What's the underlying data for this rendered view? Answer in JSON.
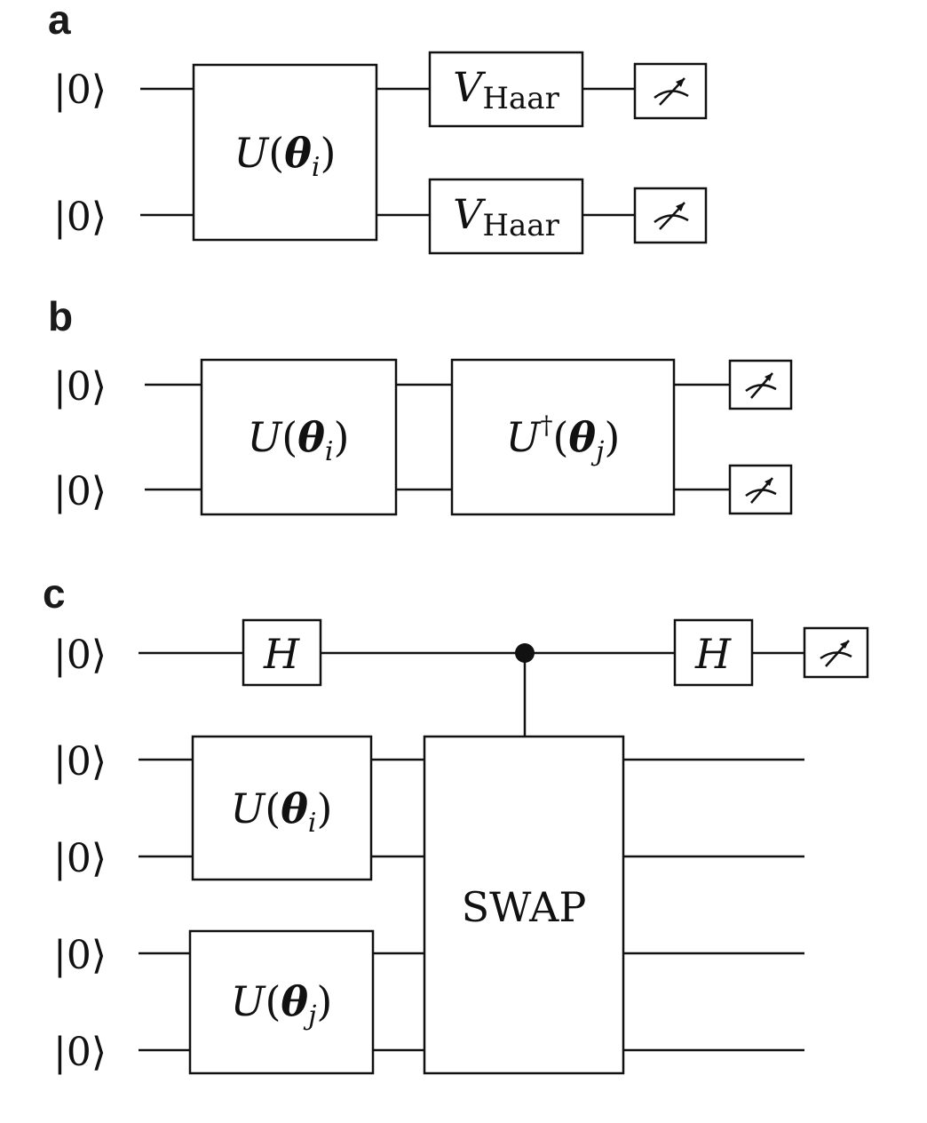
{
  "panels": [
    {
      "label": "a",
      "inputs": [
        "|0⟩",
        "|0⟩"
      ],
      "gates": [
        {
          "kind": "U",
          "op": "U",
          "param": "θ",
          "index": "i"
        },
        {
          "kind": "V",
          "op": "V",
          "sub": "Haar"
        },
        {
          "kind": "V",
          "op": "V",
          "sub": "Haar"
        }
      ]
    },
    {
      "label": "b",
      "inputs": [
        "|0⟩",
        "|0⟩"
      ],
      "gates": [
        {
          "kind": "U",
          "op": "U",
          "param": "θ",
          "index": "i"
        },
        {
          "kind": "Udag",
          "op": "U",
          "dagger": "†",
          "param": "θ",
          "index": "j"
        }
      ]
    },
    {
      "label": "c",
      "inputs": [
        "|0⟩",
        "|0⟩",
        "|0⟩",
        "|0⟩",
        "|0⟩"
      ],
      "gates": [
        {
          "kind": "H",
          "op": "H"
        },
        {
          "kind": "U",
          "op": "U",
          "param": "θ",
          "index": "i"
        },
        {
          "kind": "U",
          "op": "U",
          "param": "θ",
          "index": "j"
        },
        {
          "kind": "SWAP",
          "op": "SWAP"
        },
        {
          "kind": "H",
          "op": "H"
        }
      ]
    }
  ],
  "meter_icon": "measurement-meter-icon",
  "control_icon": "control-dot-icon"
}
